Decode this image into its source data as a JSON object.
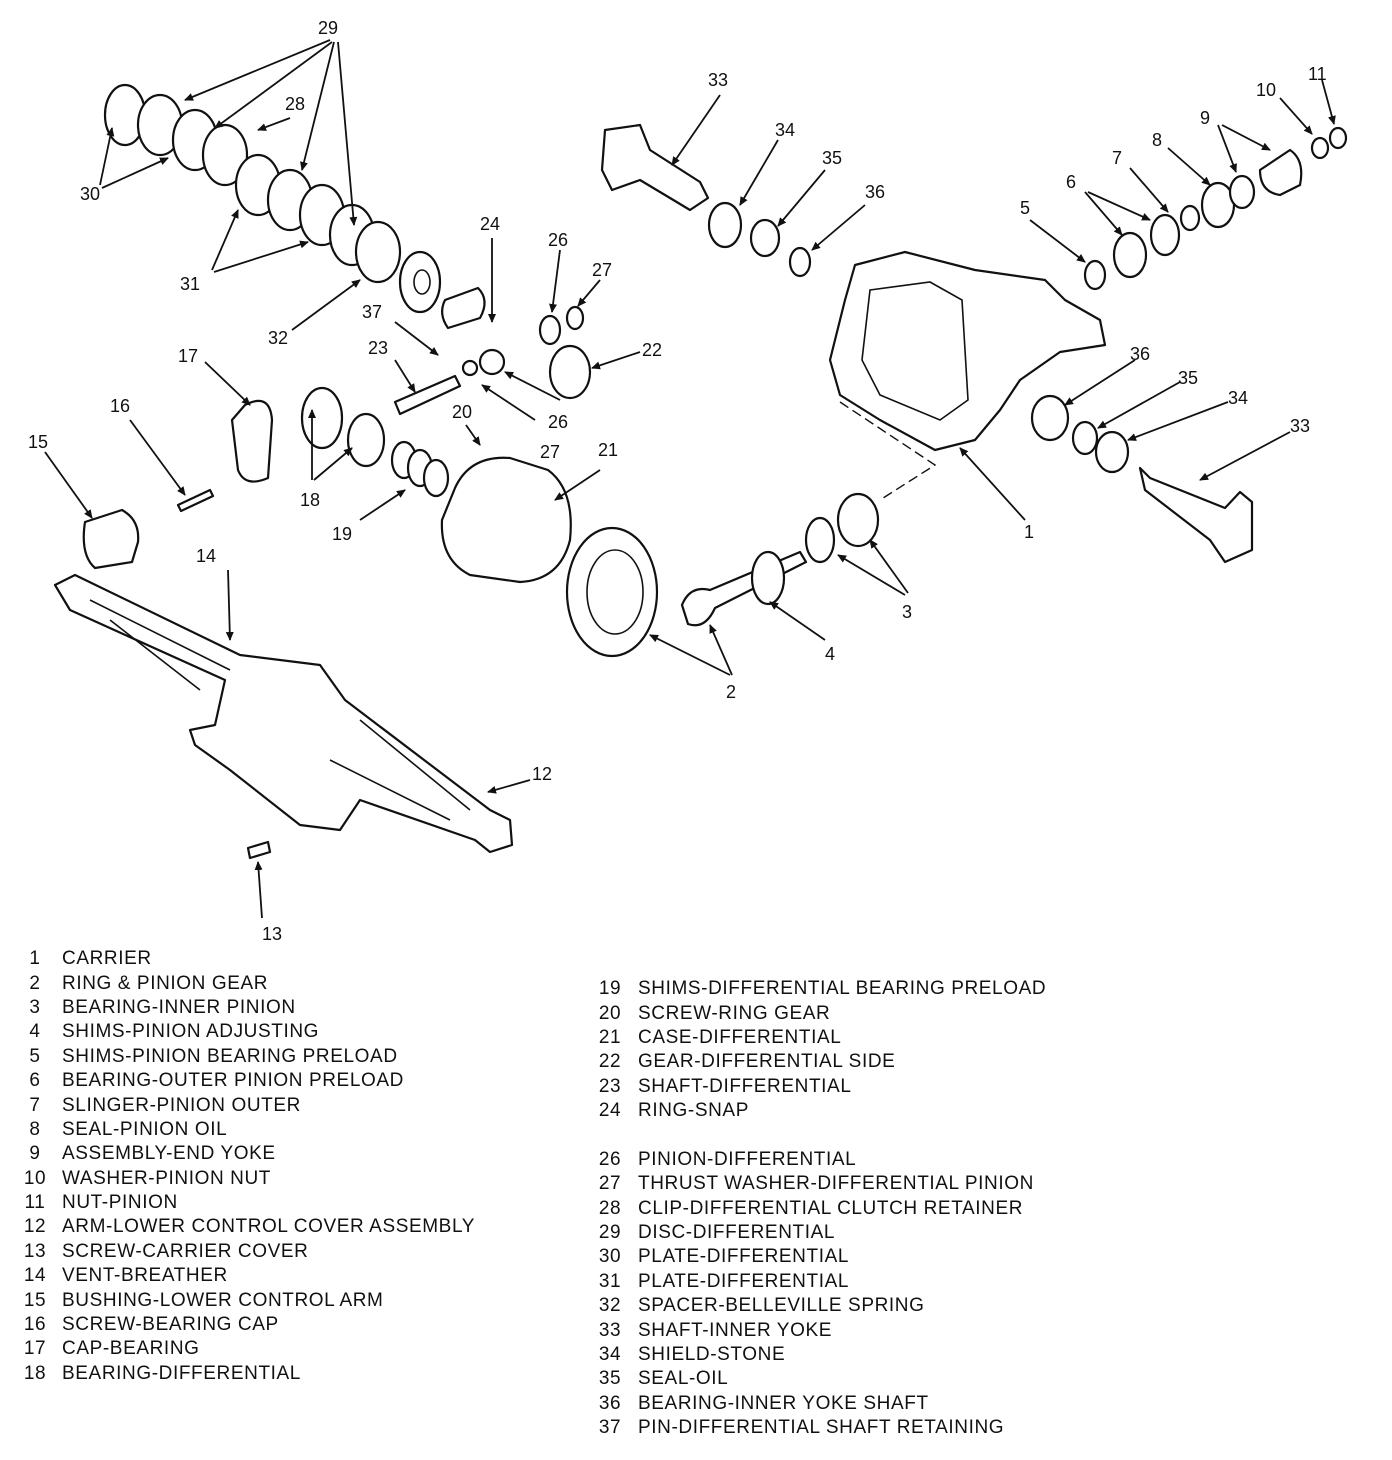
{
  "callouts": {
    "c1": "1",
    "c2": "2",
    "c3": "3",
    "c4": "4",
    "c5": "5",
    "c6": "6",
    "c7": "7",
    "c8": "8",
    "c9": "9",
    "c10": "10",
    "c11": "11",
    "c12": "12",
    "c13": "13",
    "c14": "14",
    "c15": "15",
    "c16": "16",
    "c17": "17",
    "c18": "18",
    "c19": "19",
    "c20": "20",
    "c21": "21",
    "c22": "22",
    "c23": "23",
    "c24": "24",
    "c26a": "26",
    "c26b": "26",
    "c27a": "27",
    "c27b": "27",
    "c28": "28",
    "c29": "29",
    "c30": "30",
    "c31": "31",
    "c32": "32",
    "c33a": "33",
    "c33b": "33",
    "c34a": "34",
    "c34b": "34",
    "c35a": "35",
    "c35b": "35",
    "c36a": "36",
    "c36b": "36",
    "c37": "37"
  },
  "legend_left": [
    {
      "num": "1",
      "label": "CARRIER"
    },
    {
      "num": "2",
      "label": "RING & PINION GEAR"
    },
    {
      "num": "3",
      "label": "BEARING-INNER PINION"
    },
    {
      "num": "4",
      "label": "SHIMS-PINION ADJUSTING"
    },
    {
      "num": "5",
      "label": "SHIMS-PINION BEARING PRELOAD"
    },
    {
      "num": "6",
      "label": "BEARING-OUTER PINION PRELOAD"
    },
    {
      "num": "7",
      "label": "SLINGER-PINION OUTER"
    },
    {
      "num": "8",
      "label": "SEAL-PINION OIL"
    },
    {
      "num": "9",
      "label": "ASSEMBLY-END YOKE"
    },
    {
      "num": "10",
      "label": "WASHER-PINION NUT"
    },
    {
      "num": "11",
      "label": "NUT-PINION"
    },
    {
      "num": "12",
      "label": "ARM-LOWER CONTROL COVER ASSEMBLY"
    },
    {
      "num": "13",
      "label": "SCREW-CARRIER COVER"
    },
    {
      "num": "14",
      "label": "VENT-BREATHER"
    },
    {
      "num": "15",
      "label": "BUSHING-LOWER CONTROL ARM"
    },
    {
      "num": "16",
      "label": "SCREW-BEARING CAP"
    },
    {
      "num": "17",
      "label": "CAP-BEARING"
    },
    {
      "num": "18",
      "label": "BEARING-DIFFERENTIAL"
    }
  ],
  "legend_right": [
    {
      "num": "19",
      "label": "SHIMS-DIFFERENTIAL BEARING PRELOAD"
    },
    {
      "num": "20",
      "label": "SCREW-RING GEAR"
    },
    {
      "num": "21",
      "label": "CASE-DIFFERENTIAL"
    },
    {
      "num": "22",
      "label": "GEAR-DIFFERENTIAL SIDE"
    },
    {
      "num": "23",
      "label": "SHAFT-DIFFERENTIAL"
    },
    {
      "num": "24",
      "label": "RING-SNAP"
    },
    {
      "num": "",
      "label": ""
    },
    {
      "num": "26",
      "label": "PINION-DIFFERENTIAL"
    },
    {
      "num": "27",
      "label": "THRUST WASHER-DIFFERENTIAL PINION"
    },
    {
      "num": "28",
      "label": "CLIP-DIFFERENTIAL CLUTCH RETAINER"
    },
    {
      "num": "29",
      "label": "DISC-DIFFERENTIAL"
    },
    {
      "num": "30",
      "label": "PLATE-DIFFERENTIAL"
    },
    {
      "num": "31",
      "label": "PLATE-DIFFERENTIAL"
    },
    {
      "num": "32",
      "label": "SPACER-BELLEVILLE SPRING"
    },
    {
      "num": "33",
      "label": "SHAFT-INNER YOKE"
    },
    {
      "num": "34",
      "label": "SHIELD-STONE"
    },
    {
      "num": "35",
      "label": "SEAL-OIL"
    },
    {
      "num": "36",
      "label": "BEARING-INNER YOKE SHAFT"
    },
    {
      "num": "37",
      "label": "PIN-DIFFERENTIAL SHAFT RETAINING"
    }
  ]
}
